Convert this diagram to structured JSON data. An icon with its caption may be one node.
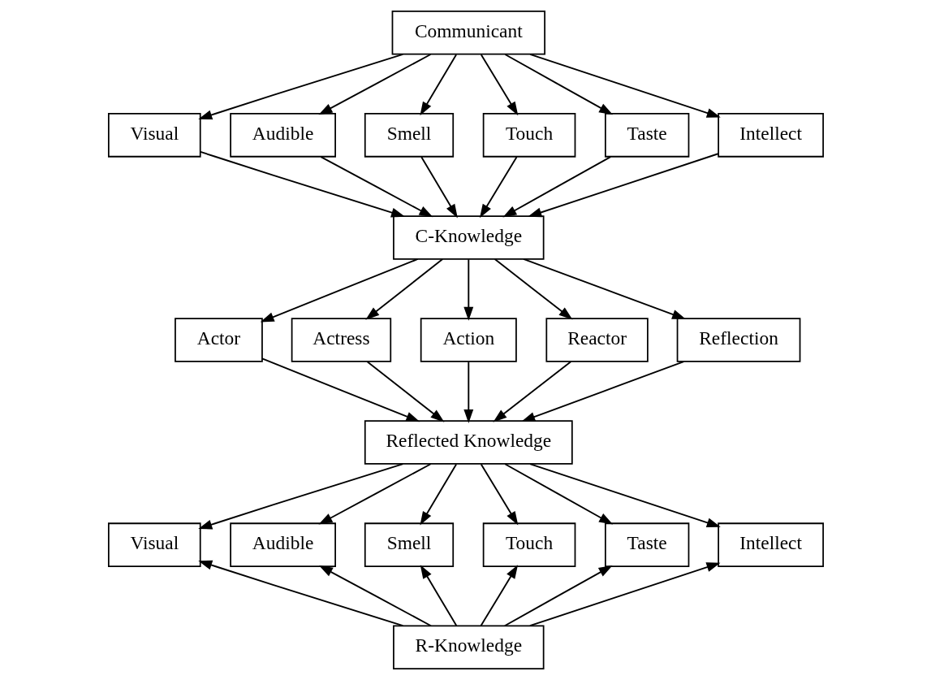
{
  "diagram": {
    "nodes": [
      {
        "text": [
          "Communicant"
        ]
      },
      {
        "text": [
          "Visual"
        ]
      },
      {
        "text": [
          "Audible"
        ]
      },
      {
        "text": [
          "Smell"
        ]
      },
      {
        "text": [
          "Touch"
        ]
      },
      {
        "text": [
          "Taste"
        ]
      },
      {
        "text": [
          "Intellect"
        ]
      },
      {
        "text": [
          "C-Knowledge"
        ]
      },
      {
        "text": [
          "Actor"
        ]
      },
      {
        "text": [
          "Actress"
        ]
      },
      {
        "text": [
          "Action"
        ]
      },
      {
        "text": [
          "Reactor"
        ]
      },
      {
        "text": [
          "Reflection"
        ]
      },
      {
        "text": [
          "Reflected Knowledge"
        ]
      },
      {
        "text": [
          "Visual"
        ]
      },
      {
        "text": [
          "Audible"
        ]
      },
      {
        "text": [
          "Smell"
        ]
      },
      {
        "text": [
          "Touch"
        ]
      },
      {
        "text": [
          "Taste"
        ]
      },
      {
        "text": [
          "Intellect"
        ]
      },
      {
        "text": [
          "R-Knowledge"
        ]
      }
    ],
    "edges": [
      {
        "from": 0,
        "to": 1,
        "arrow": "to"
      },
      {
        "from": 0,
        "to": 2,
        "arrow": "to"
      },
      {
        "from": 0,
        "to": 3,
        "arrow": "to"
      },
      {
        "from": 0,
        "to": 4,
        "arrow": "to"
      },
      {
        "from": 0,
        "to": 5,
        "arrow": "to"
      },
      {
        "from": 0,
        "to": 6,
        "arrow": "to"
      },
      {
        "from": 1,
        "to": 7,
        "arrow": "to"
      },
      {
        "from": 2,
        "to": 7,
        "arrow": "to"
      },
      {
        "from": 3,
        "to": 7,
        "arrow": "to"
      },
      {
        "from": 4,
        "to": 7,
        "arrow": "to"
      },
      {
        "from": 5,
        "to": 7,
        "arrow": "to"
      },
      {
        "from": 6,
        "to": 7,
        "arrow": "to"
      },
      {
        "from": 7,
        "to": 8,
        "arrow": "to"
      },
      {
        "from": 7,
        "to": 9,
        "arrow": "to"
      },
      {
        "from": 7,
        "to": 10,
        "arrow": "to"
      },
      {
        "from": 7,
        "to": 11,
        "arrow": "to"
      },
      {
        "from": 7,
        "to": 12,
        "arrow": "to"
      },
      {
        "from": 8,
        "to": 13,
        "arrow": "to"
      },
      {
        "from": 9,
        "to": 13,
        "arrow": "to"
      },
      {
        "from": 10,
        "to": 13,
        "arrow": "to"
      },
      {
        "from": 11,
        "to": 13,
        "arrow": "to"
      },
      {
        "from": 12,
        "to": 13,
        "arrow": "to"
      },
      {
        "from": 13,
        "to": 14,
        "arrow": "to"
      },
      {
        "from": 13,
        "to": 15,
        "arrow": "to"
      },
      {
        "from": 13,
        "to": 16,
        "arrow": "to"
      },
      {
        "from": 13,
        "to": 17,
        "arrow": "to"
      },
      {
        "from": 13,
        "to": 18,
        "arrow": "to"
      },
      {
        "from": 13,
        "to": 19,
        "arrow": "to"
      },
      {
        "from": 20,
        "to": 14,
        "arrow": "to"
      },
      {
        "from": 20,
        "to": 15,
        "arrow": "to"
      },
      {
        "from": 20,
        "to": 16,
        "arrow": "to"
      },
      {
        "from": 20,
        "to": 17,
        "arrow": "to"
      },
      {
        "from": 20,
        "to": 18,
        "arrow": "to"
      },
      {
        "from": 20,
        "to": 19,
        "arrow": "to"
      }
    ]
  }
}
